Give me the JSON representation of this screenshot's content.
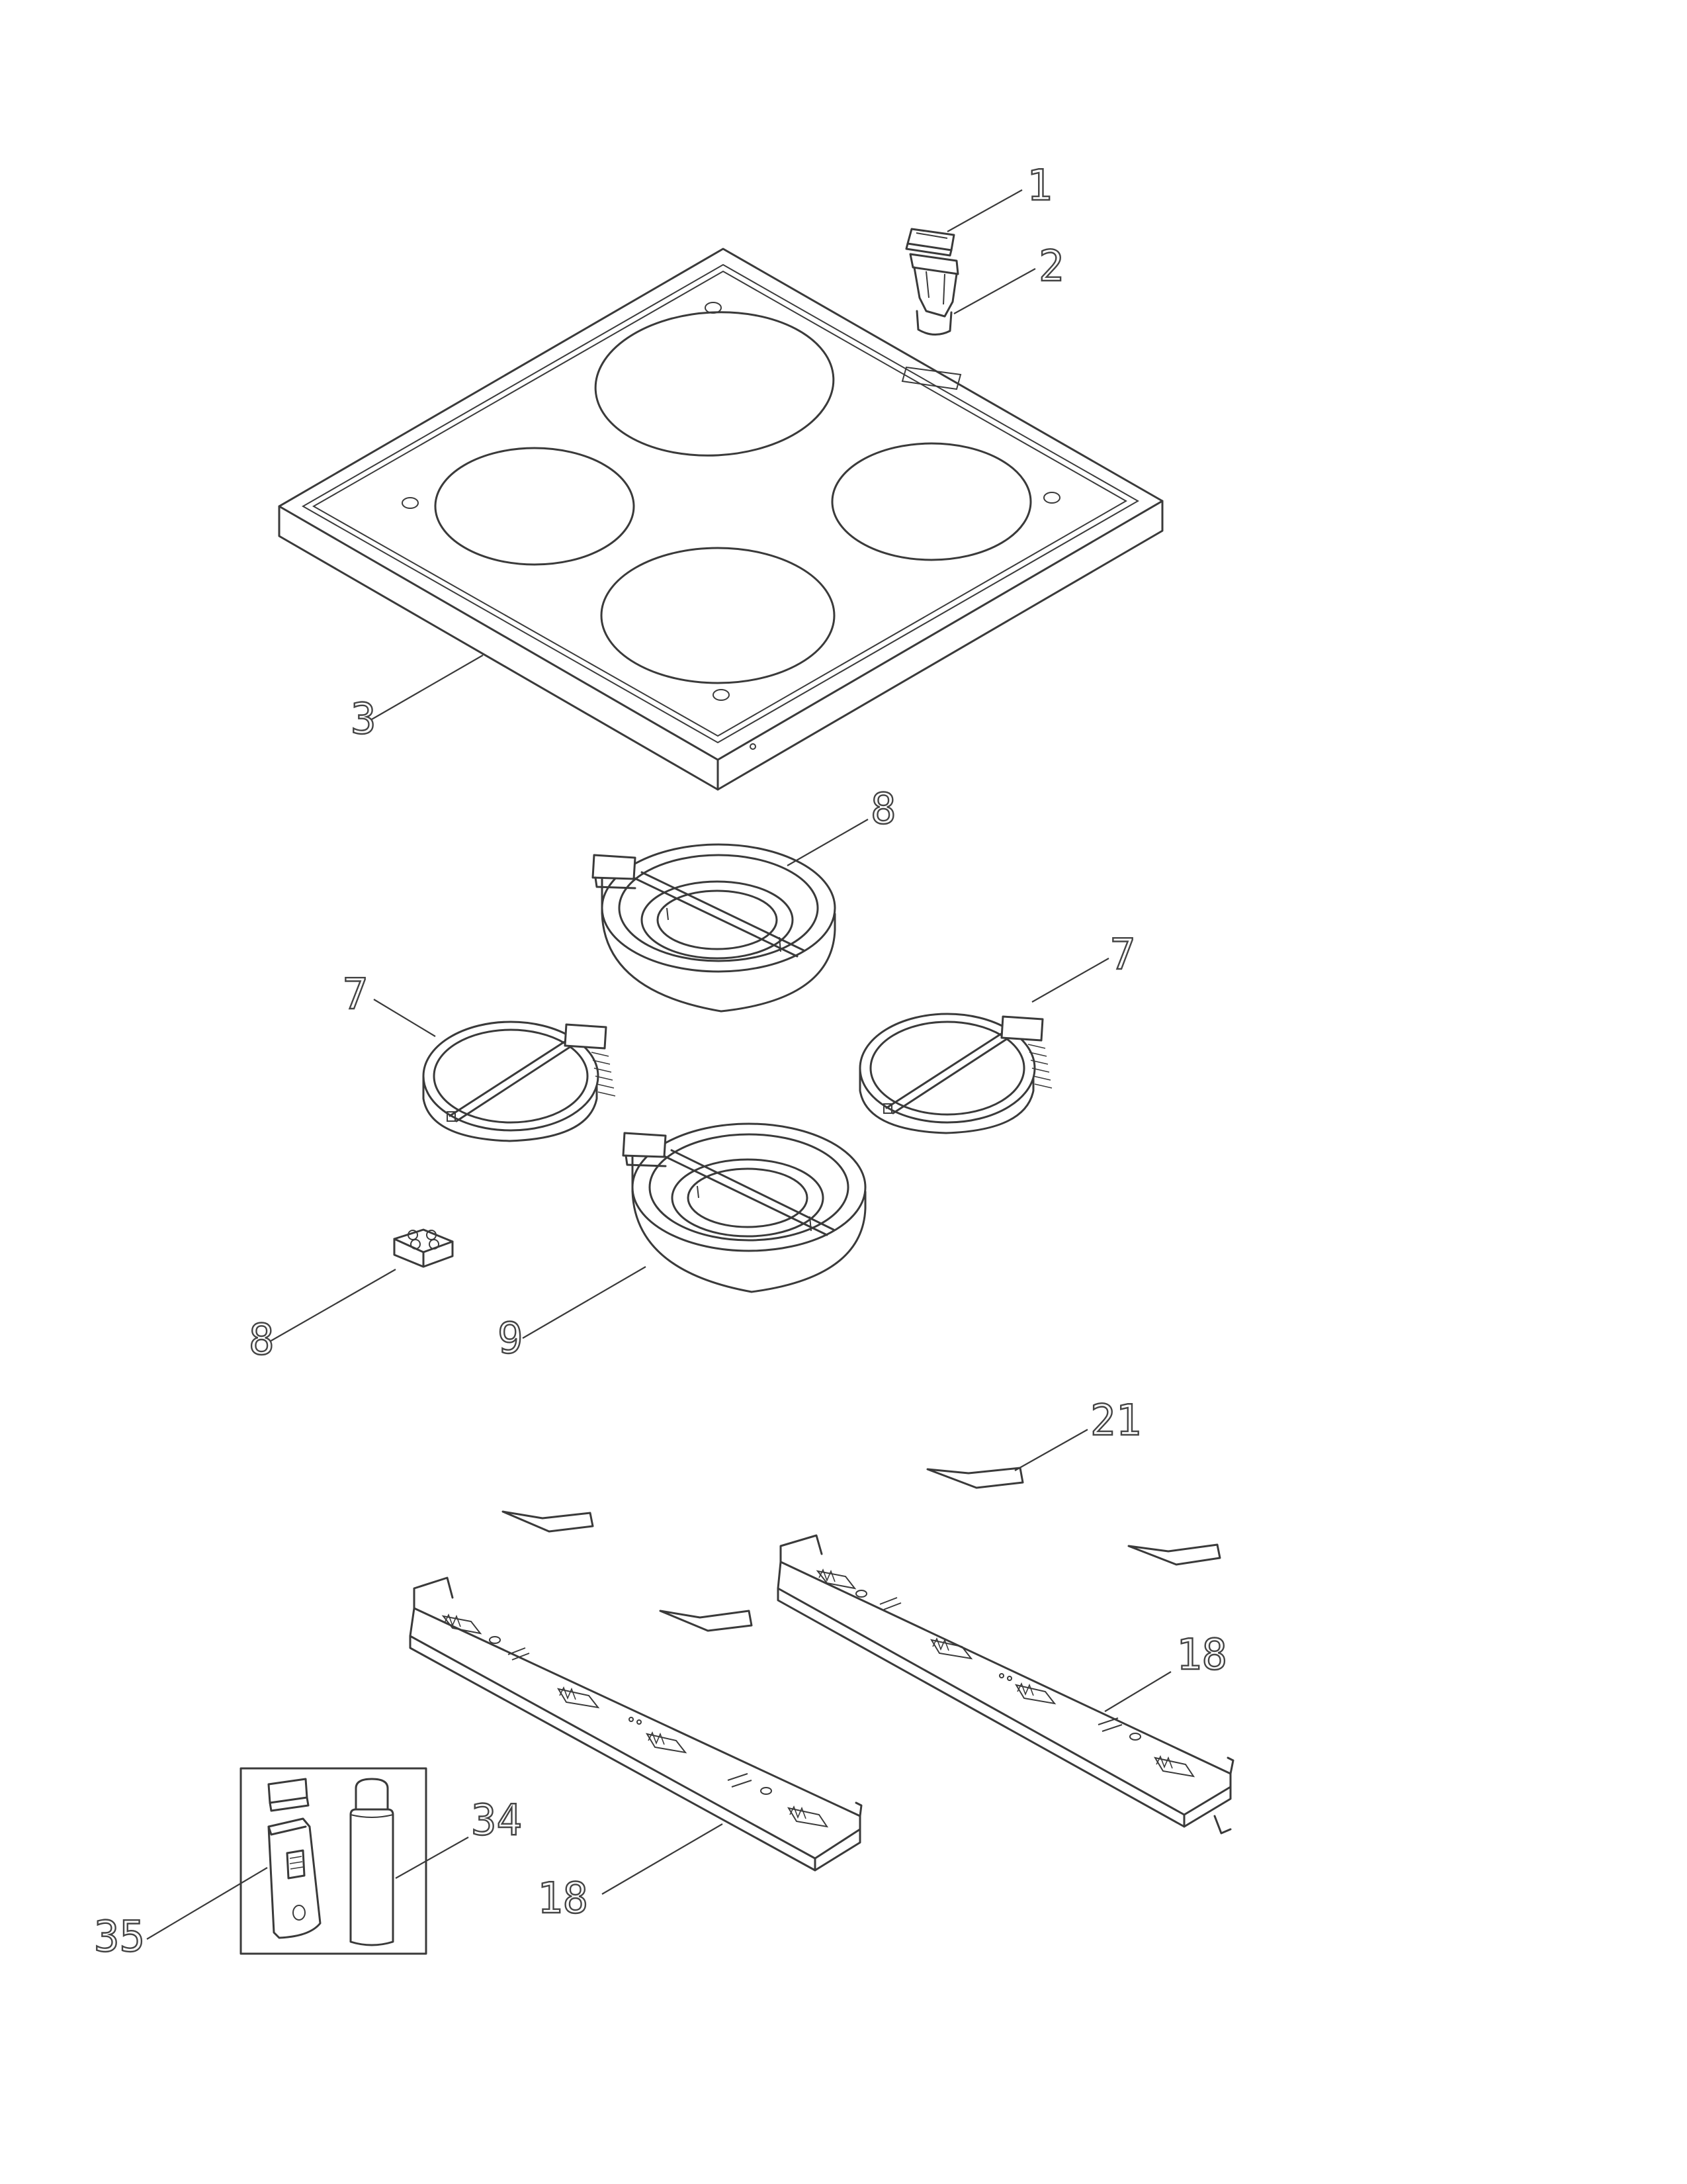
{
  "callouts": [
    {
      "id": "c1",
      "text": "1"
    },
    {
      "id": "c2",
      "text": "2"
    },
    {
      "id": "c3",
      "text": "3"
    },
    {
      "id": "c8a",
      "text": "8"
    },
    {
      "id": "c7a",
      "text": "7"
    },
    {
      "id": "c7b",
      "text": "7"
    },
    {
      "id": "c8b",
      "text": "8"
    },
    {
      "id": "c9",
      "text": "9"
    },
    {
      "id": "c21",
      "text": "21"
    },
    {
      "id": "c18a",
      "text": "18"
    },
    {
      "id": "c18b",
      "text": "18"
    },
    {
      "id": "c34",
      "text": "34"
    },
    {
      "id": "c35",
      "text": "35"
    }
  ]
}
